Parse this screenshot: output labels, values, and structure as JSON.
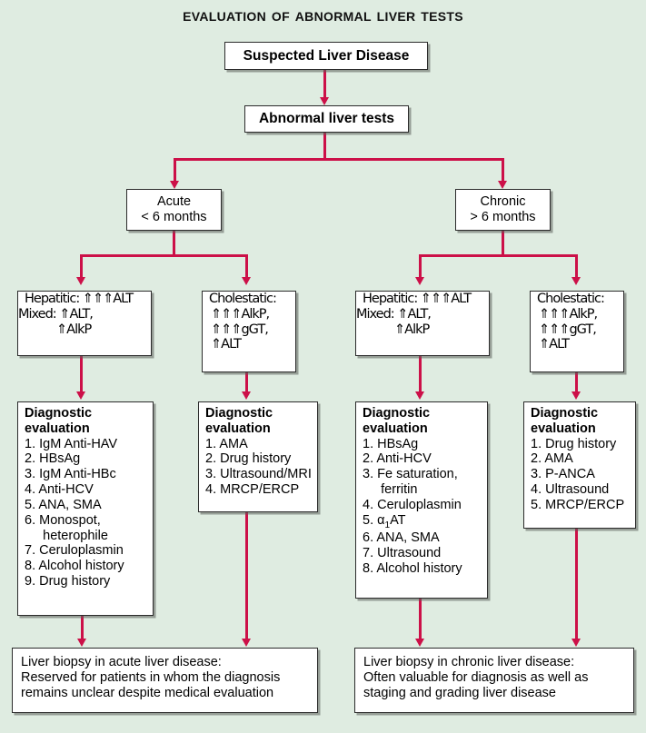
{
  "title": "Evaluation of Abnormal Liver Tests",
  "colors": {
    "background": "#dfece1",
    "connector": "#cc1048",
    "box_fill": "#ffffff",
    "box_border": "#2b2b2b"
  },
  "nodes": {
    "root": {
      "label": "Suspected Liver Disease"
    },
    "abnormal": {
      "label": "Abnormal liver tests"
    },
    "acute": {
      "line1": "Acute",
      "line2": "< 6 months"
    },
    "chronic": {
      "line1": "Chronic",
      "line2": "> 6 months"
    },
    "acute_hepatitic": {
      "l1": "Hepatitic: ⇑⇑⇑ALT",
      "l2": "Mixed: ⇑ALT,",
      "l3": "⇑AlkP"
    },
    "acute_cholestatic": {
      "l1": "Cholestatic:",
      "l2": "⇑⇑⇑AlkP,",
      "l3": "⇑⇑⇑gGT,",
      "l4": "⇑ALT"
    },
    "chronic_hepatitic": {
      "l1": "Hepatitic: ⇑⇑⇑ALT",
      "l2": "Mixed: ⇑ALT,",
      "l3": "⇑AlkP"
    },
    "chronic_cholestatic": {
      "l1": "Cholestatic:",
      "l2": "⇑⇑⇑AlkP,",
      "l3": "⇑⇑⇑gGT,",
      "l4": "⇑ALT"
    },
    "dx1": {
      "header_line1": "Diagnostic",
      "header_line2": "evaluation",
      "items": [
        "1. IgM Anti-HAV",
        "2. HBsAg",
        "3. IgM Anti-HBc",
        "4. Anti-HCV",
        "5. ANA, SMA",
        "6. Monospot,",
        "     heterophile",
        "7. Ceruloplasmin",
        "8. Alcohol history",
        "9. Drug history"
      ]
    },
    "dx2": {
      "header_line1": "Diagnostic",
      "header_line2": "evaluation",
      "items": [
        "1. AMA",
        "2. Drug history",
        "3. Ultrasound/MRI",
        "4. MRCP/ERCP"
      ]
    },
    "dx3": {
      "header_line1": "Diagnostic",
      "header_line2": "evaluation",
      "items": [
        "1. HBsAg",
        "2. Anti-HCV",
        "3. Fe saturation,",
        "     ferritin",
        "4. Ceruloplasmin",
        "6. ANA, SMA",
        "7. Ultrasound",
        "8. Alcohol history"
      ],
      "item5_prefix": "5. α",
      "item5_sub": "1",
      "item5_suffix": "AT"
    },
    "dx4": {
      "header_line1": "Diagnostic",
      "header_line2": "evaluation",
      "items": [
        "1. Drug history",
        "2. AMA",
        "3. P-ANCA",
        "4. Ultrasound",
        "5. MRCP/ERCP"
      ]
    },
    "biopsy_acute": {
      "l1": "Liver biopsy in acute liver disease:",
      "l2": "Reserved for patients in whom the diagnosis",
      "l3": "remains unclear despite medical evaluation"
    },
    "biopsy_chronic": {
      "l1": "Liver biopsy in chronic liver disease:",
      "l2": "Often valuable for diagnosis as well as",
      "l3": "staging and grading liver disease"
    }
  }
}
